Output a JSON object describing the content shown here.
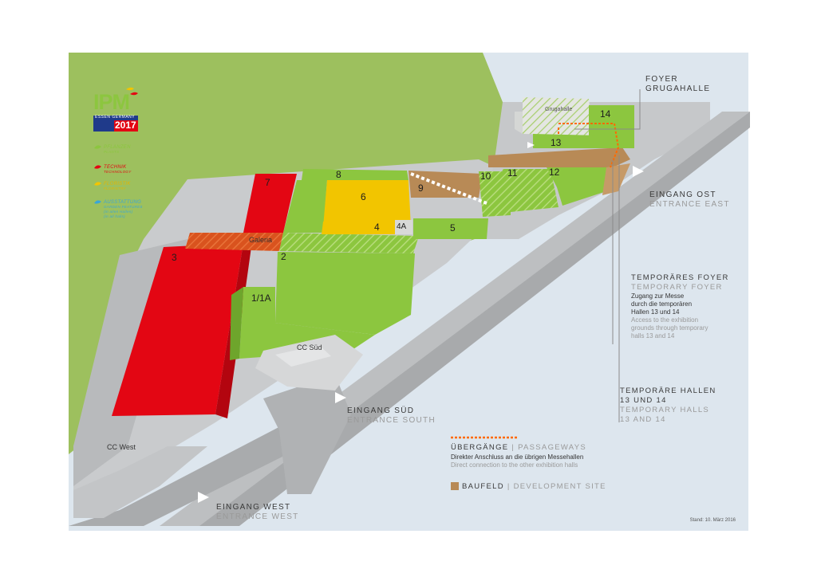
{
  "logo": {
    "name": "IPM",
    "location": "ESSEN GERMANY",
    "year": "2017"
  },
  "legend": [
    {
      "label": "PFLANZEN",
      "sub": "PLANTS",
      "color": "#8cc63f"
    },
    {
      "label": "TECHNIK",
      "sub": "TECHNOLOGY",
      "color": "#e30613"
    },
    {
      "label": "FLORISTIK",
      "sub": "FLORISTRY",
      "color": "#f2c500"
    },
    {
      "label": "AUSSTATTUNG",
      "sub": "GARDEN FEATURES",
      "extra1": "(in allen Hallen)",
      "extra2": "(in all halls)",
      "color": "#3aa6d8"
    }
  ],
  "halls": {
    "h1": "1/1A",
    "h2": "2",
    "h3": "3",
    "h4": "4",
    "h4a": "4A",
    "h5": "5",
    "h6": "6",
    "h7": "7",
    "h8": "8",
    "h9": "9",
    "h10": "10",
    "h11": "11",
    "h12": "12",
    "h13": "13",
    "h14": "14",
    "galeria": "Galeria",
    "grugahalle": "Grugahalle",
    "cc_sued": "CC Süd",
    "cc_west": "CC West"
  },
  "labels": {
    "foyer_grugahalle": {
      "line1": "FOYER",
      "line2": "GRUGAHALLE"
    },
    "eingang_ost": {
      "de": "EINGANG OST",
      "en": "ENTRANCE EAST"
    },
    "eingang_sued": {
      "de": "EINGANG SÜD",
      "en": "ENTRANCE SOUTH"
    },
    "eingang_west": {
      "de": "EINGANG WEST",
      "en": "ENTRANCE WEST"
    },
    "temp_foyer": {
      "de": "TEMPORÄRES FOYER",
      "en": "TEMPORARY FOYER",
      "de_lines": [
        "Zugang zur Messe",
        "durch die temporären",
        "Hallen 13 und 14"
      ],
      "en_lines": [
        "Access to the exhibition",
        "grounds through temporary",
        "halls 13 and 14"
      ]
    },
    "temp_halls": {
      "de1": "TEMPORÄRE HALLEN",
      "de2": "13 UND 14",
      "en1": "TEMPORARY HALLS",
      "en2": "13 AND 14"
    },
    "passageways": {
      "de": "ÜBERGÄNGE",
      "sep": "|",
      "en": "PASSAGEWAYS",
      "desc_de": "Direkter Anschluss an die übrigen Messehallen",
      "desc_en": "Direct connection to the other exhibition halls"
    },
    "baufeld": {
      "de": "BAUFELD",
      "sep": "|",
      "en": "DEVELOPMENT SITE",
      "color": "#b88a56"
    }
  },
  "stand": "Stand: 10. März 2016",
  "colors": {
    "green": "#8cc63f",
    "red": "#e30613",
    "yellow": "#f2c500",
    "brown": "#b88a56",
    "bg_green": "#9dc05e",
    "bg_blue": "#dde6ee",
    "grey": "#c2c4c6"
  }
}
